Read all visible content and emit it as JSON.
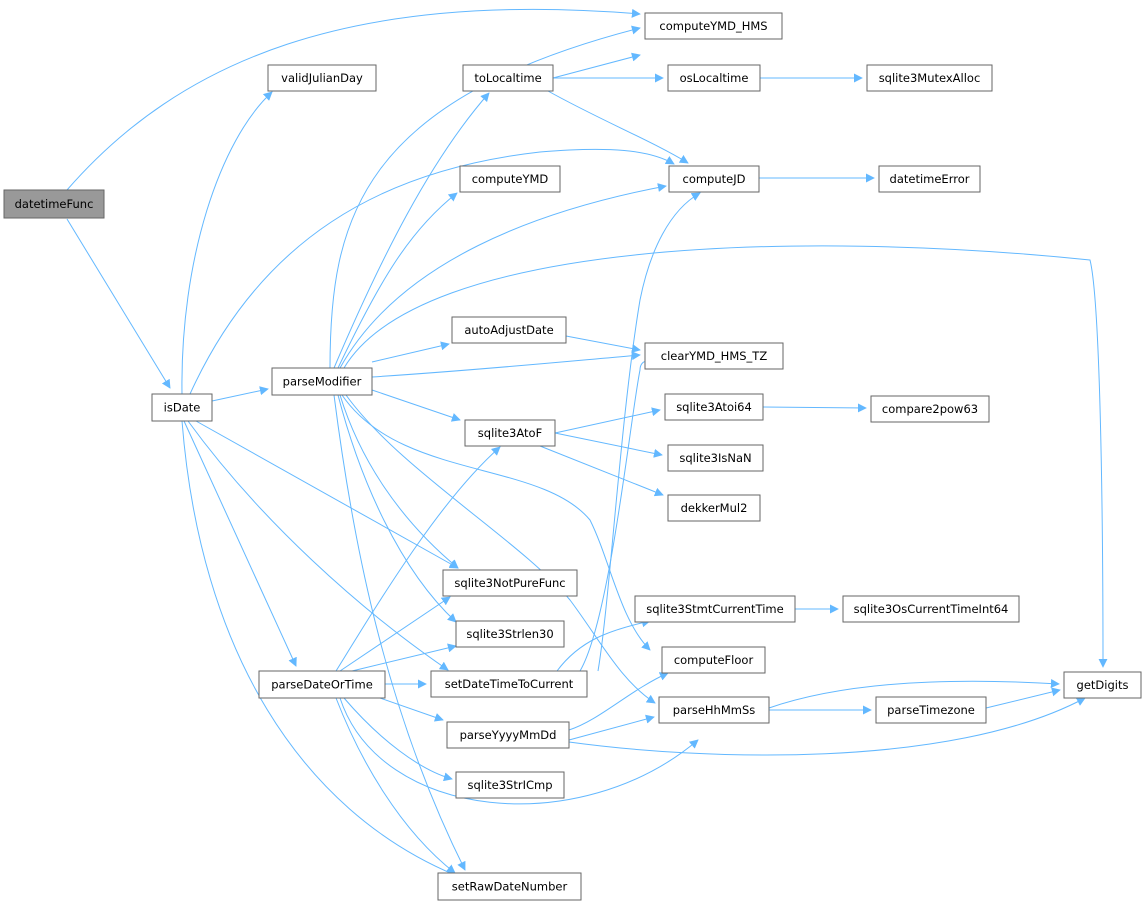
{
  "graph": {
    "colors": {
      "edge": "#63b8ff",
      "node_fill": "#ffffff",
      "node_border": "#666666",
      "root_fill": "#999999"
    },
    "nodes": [
      {
        "id": "datetimeFunc",
        "label": "datetimeFunc",
        "root": true
      },
      {
        "id": "isDate",
        "label": "isDate"
      },
      {
        "id": "validJulianDay",
        "label": "validJulianDay"
      },
      {
        "id": "parseModifier",
        "label": "parseModifier"
      },
      {
        "id": "parseDateOrTime",
        "label": "parseDateOrTime"
      },
      {
        "id": "toLocaltime",
        "label": "toLocaltime"
      },
      {
        "id": "computeYMD_HMS",
        "label": "computeYMD_HMS"
      },
      {
        "id": "osLocaltime",
        "label": "osLocaltime"
      },
      {
        "id": "sqlite3MutexAlloc",
        "label": "sqlite3MutexAlloc"
      },
      {
        "id": "computeYMD",
        "label": "computeYMD"
      },
      {
        "id": "computeJD",
        "label": "computeJD"
      },
      {
        "id": "datetimeError",
        "label": "datetimeError"
      },
      {
        "id": "autoAdjustDate",
        "label": "autoAdjustDate"
      },
      {
        "id": "clearYMD_HMS_TZ",
        "label": "clearYMD_HMS_TZ"
      },
      {
        "id": "sqlite3AtoF",
        "label": "sqlite3AtoF"
      },
      {
        "id": "sqlite3Atoi64",
        "label": "sqlite3Atoi64"
      },
      {
        "id": "compare2pow63",
        "label": "compare2pow63"
      },
      {
        "id": "sqlite3IsNaN",
        "label": "sqlite3IsNaN"
      },
      {
        "id": "dekkerMul2",
        "label": "dekkerMul2"
      },
      {
        "id": "sqlite3NotPureFunc",
        "label": "sqlite3NotPureFunc"
      },
      {
        "id": "sqlite3Strlen30",
        "label": "sqlite3Strlen30"
      },
      {
        "id": "sqlite3StmtCurrentTime",
        "label": "sqlite3StmtCurrentTime"
      },
      {
        "id": "sqlite3OsCurrentTimeInt64",
        "label": "sqlite3OsCurrentTimeInt64"
      },
      {
        "id": "setDateTimeToCurrent",
        "label": "setDateTimeToCurrent"
      },
      {
        "id": "computeFloor",
        "label": "computeFloor"
      },
      {
        "id": "getDigits",
        "label": "getDigits"
      },
      {
        "id": "parseYyyyMmDd",
        "label": "parseYyyyMmDd"
      },
      {
        "id": "parseHhMmSs",
        "label": "parseHhMmSs"
      },
      {
        "id": "parseTimezone",
        "label": "parseTimezone"
      },
      {
        "id": "sqlite3StrICmp",
        "label": "sqlite3StrICmp"
      },
      {
        "id": "setRawDateNumber",
        "label": "setRawDateNumber"
      }
    ]
  }
}
